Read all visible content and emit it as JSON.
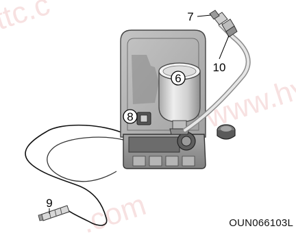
{
  "callouts": {
    "c6": "6",
    "c7": "7",
    "c8": "8",
    "c9": "9",
    "c10": "10"
  },
  "figure_code": "OUN066103L",
  "watermarks": {
    "w1": "ttc.c",
    "w2": "www.hy",
    "w3": ".com"
  },
  "colors": {
    "case_lid": "#b3b3b3",
    "case_body": "#9a9a9a",
    "bottle": "#d6d6d6",
    "hose": "#d2d2d2",
    "cable": "#111111",
    "watermark": "#f2c9c9"
  }
}
